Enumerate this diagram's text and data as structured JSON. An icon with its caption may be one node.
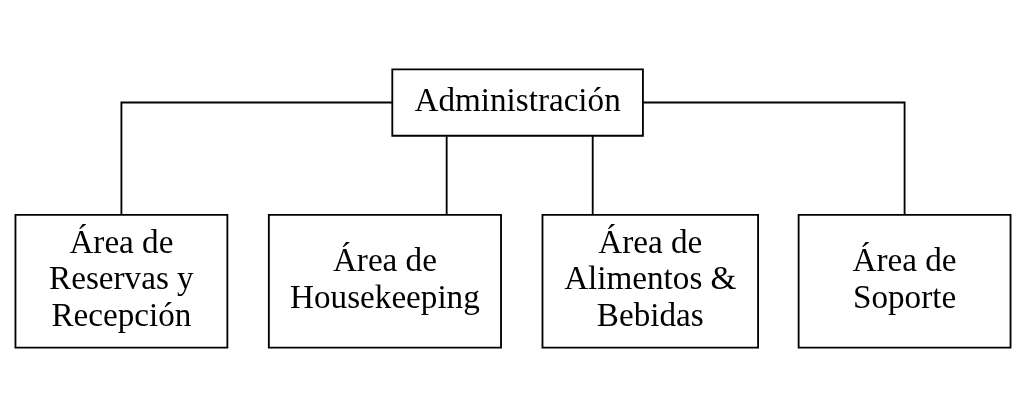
{
  "diagram": {
    "nodes": [
      {
        "text": [
          "Administración"
        ]
      },
      {
        "text": [
          "Área de Reservas y Recepción"
        ]
      },
      {
        "text": [
          "Área de Housekeeping"
        ]
      },
      {
        "text": [
          "Área de Alimentos & Bebidas"
        ]
      },
      {
        "text": [
          "Área de Soporte"
        ]
      }
    ],
    "edges": [
      {
        "from": 0,
        "to": 1,
        "arrow": "none"
      },
      {
        "from": 0,
        "to": 2,
        "arrow": "none"
      },
      {
        "from": 0,
        "to": 3,
        "arrow": "none"
      },
      {
        "from": 0,
        "to": 4,
        "arrow": "none"
      }
    ]
  }
}
